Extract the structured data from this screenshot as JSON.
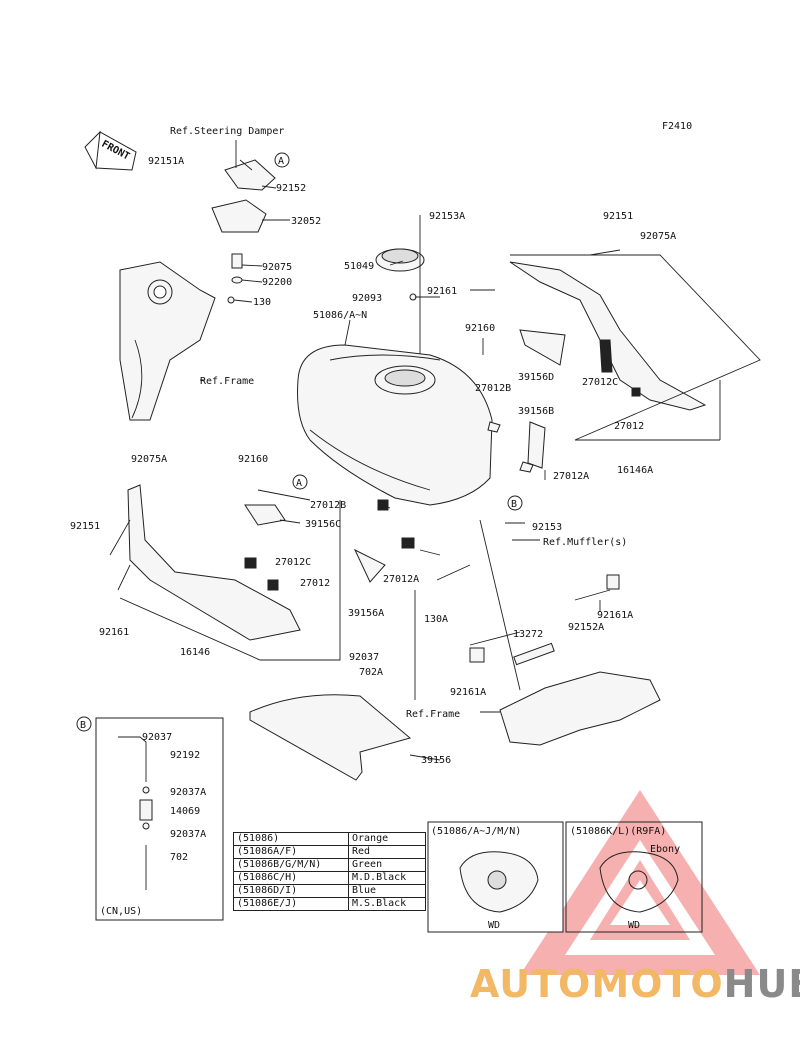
{
  "figure_id": "F2410",
  "front_label": "FRONT",
  "callouts": {
    "ref_steering_damper": "Ref.Steering Damper",
    "ref_frame_upper": "Ref.Frame",
    "ref_frame_lower": "Ref.Frame",
    "ref_mufflers": "Ref.Muffler(s)",
    "marker_a_top": "A",
    "marker_a_mid": "A",
    "marker_b_mid": "B",
    "marker_b_inset": "B"
  },
  "part_numbers": {
    "p92151A": "92151A",
    "p92152": "92152",
    "p32052": "32052",
    "p92075": "92075",
    "p92200": "92200",
    "p130": "130",
    "p92153A": "92153A",
    "p51049": "51049",
    "p92093": "92093",
    "p92161_top": "92161",
    "p92151_top": "92151",
    "p92075A_top": "92075A",
    "p51086": "51086/A~N",
    "p92160_top": "92160",
    "p27012B_top": "27012B",
    "p39156D": "39156D",
    "p27012C_right": "27012C",
    "p39156B": "39156B",
    "p27012_right": "27012",
    "p27012A_right": "27012A",
    "p16146A": "16146A",
    "p92075A_left": "92075A",
    "p92160_left": "92160",
    "p27012B_mid": "27012B",
    "p39156C": "39156C",
    "p92151_left": "92151",
    "p92153": "92153",
    "p27012C_left": "27012C",
    "p27012_left": "27012",
    "p27012A_mid": "27012A",
    "p92161_left": "92161",
    "p39156A": "39156A",
    "p130A": "130A",
    "p92161A_right": "92161A",
    "p92152A": "92152A",
    "p16146": "16146",
    "p13272": "13272",
    "p92037": "92037",
    "p702A": "702A",
    "p92161A_low": "92161A",
    "p39156": "39156",
    "p92037_inset": "92037",
    "p92192": "92192",
    "p92037A_1": "92037A",
    "p14069": "14069",
    "p92037A_2": "92037A",
    "p702": "702",
    "inset_region": "(CN,US)"
  },
  "color_table": [
    {
      "code": "(51086)",
      "color": "Orange"
    },
    {
      "code": "(51086A/F)",
      "color": "Red"
    },
    {
      "code": "(51086B/G/M/N)",
      "color": "Green"
    },
    {
      "code": "(51086C/H)",
      "color": "M.D.Black"
    },
    {
      "code": "(51086D/I)",
      "color": "Blue"
    },
    {
      "code": "(51086E/J)",
      "color": "M.S.Black"
    }
  ],
  "inset_views": {
    "left_title": "(51086/A~J/M/N)",
    "left_caption": "WD",
    "right_title": "(51086K/L)(R9FA)",
    "right_sub": "Ebony",
    "right_caption": "WD"
  },
  "watermark": {
    "part1": "AUTOMOTO",
    "part2": "HUB"
  },
  "colors": {
    "line": "#222222",
    "watermark_orange": "#f2b866",
    "watermark_grey": "#8a8a8a",
    "watermark_red": "#e03030"
  }
}
